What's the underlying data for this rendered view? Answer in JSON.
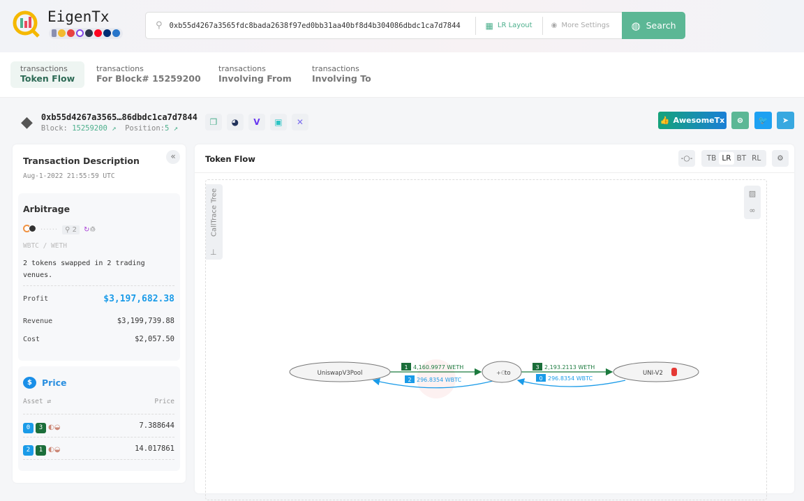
{
  "brand": {
    "name": "EigenTx"
  },
  "search": {
    "value": "0xb55d4267a3565fdc8bada2638f97ed0bb31aa40bf8d4b304086dbdc1ca7d7844",
    "layout_label": "LR Layout",
    "more_settings_label": "More Settings",
    "button_label": "Search"
  },
  "tabs": [
    {
      "sub": "transactions",
      "label": "Token Flow"
    },
    {
      "sub": "transactions",
      "label": "For Block# 15259200"
    },
    {
      "sub": "transactions",
      "label": "Involving From"
    },
    {
      "sub": "transactions",
      "label": "Involving To"
    }
  ],
  "tx": {
    "hash": "0xb55d4267a3565…86dbdc1ca7d7844",
    "block_label": "Block:",
    "block": "15259200",
    "position_label": "Position:",
    "position": "5"
  },
  "share": {
    "awesome_label": "AwesomeTx"
  },
  "description": {
    "title": "Transaction Description",
    "timestamp": "Aug-1-2022 21:55:59 UTC",
    "type": "Arbitrage",
    "venue_count": "2",
    "pair": "WBTC / WETH",
    "summary": "2 tokens swapped in 2 trading venues.",
    "profit_label": "Profit",
    "profit": "$3,197,682.38",
    "revenue_label": "Revenue",
    "revenue": "$3,199,739.88",
    "cost_label": "Cost",
    "cost": "$2,057.50"
  },
  "price": {
    "title": "Price",
    "asset_header": "Asset ⇄",
    "price_header": "Price",
    "rows": [
      {
        "a": "0",
        "b": "3",
        "value": "7.388644"
      },
      {
        "a": "2",
        "b": "1",
        "value": "14.017861"
      }
    ]
  },
  "flow": {
    "title": "Token Flow",
    "calltrace_label": "CallTrace Tree",
    "directions": [
      "TB",
      "LR",
      "BT",
      "RL"
    ],
    "active_direction": "LR",
    "nodes": {
      "pool": "UniswapV3Pool",
      "to": "to",
      "univ2": "UNI-V2"
    },
    "edges": [
      {
        "idx": "1",
        "label": "4,160.9977 WETH"
      },
      {
        "idx": "2",
        "label": "296.8354 WBTC"
      },
      {
        "idx": "3",
        "label": "2,193.2113 WETH"
      },
      {
        "idx": "0",
        "label": "296.8354 WBTC"
      }
    ]
  },
  "colors": {
    "accent": "#5cb795",
    "green": "#1b7a3e",
    "blue": "#1a9be8",
    "profit": "#1a9be8"
  }
}
